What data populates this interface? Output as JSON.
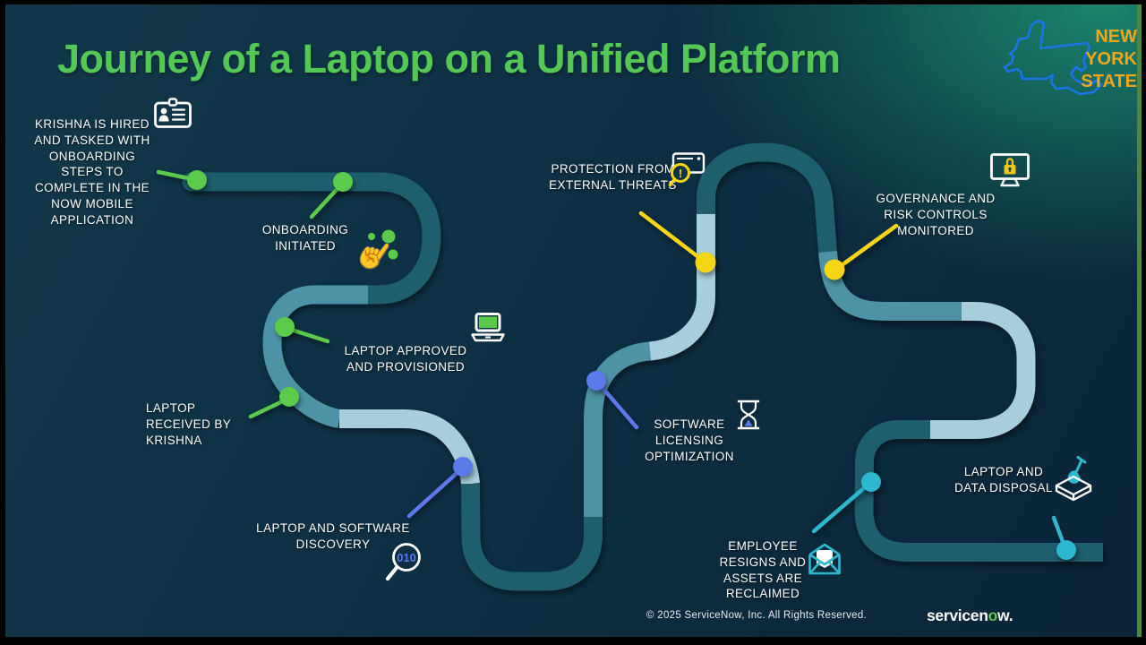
{
  "slide": {
    "title": "Journey of a Laptop on a Unified Platform",
    "ny_logo": {
      "text": "NEW\nYORK\nSTATE"
    },
    "footer": {
      "copyright": "© 2025 ServiceNow, Inc. All Rights Reserved.",
      "brand_pre": "servicen",
      "brand_o": "o",
      "brand_post": "w."
    },
    "colors": {
      "title_green": "#54c754",
      "road_dark": "#1e5e6d",
      "road_medium": "#4e93a5",
      "road_light": "#a7cedc",
      "dot_green": "#5ccb4b",
      "dot_blue": "#5b79ea",
      "dot_yellow": "#f6d515",
      "dot_teal": "#2cb9cf",
      "edge_stripe_green": "#4e8742",
      "ny_text_orange": "#f2a71b",
      "ny_outline_blue": "#1b74e8"
    },
    "milestones": [
      {
        "id": "krishna-hired",
        "label": "KRISHNA IS HIRED\nAND TASKED WITH\nONBOARDING\nSTEPS TO\nCOMPLETE IN THE\nNOW MOBILE\nAPPLICATION",
        "icon": "id-badge-icon",
        "dot_color": "#5ccb4b"
      },
      {
        "id": "onboarding-initiated",
        "label": "ONBOARDING\nINITIATED",
        "icon": "tap-icon",
        "dot_color": "#5ccb4b"
      },
      {
        "id": "laptop-approved",
        "label": "LAPTOP APPROVED\nAND PROVISIONED",
        "icon": "laptop-icon",
        "dot_color": "#5ccb4b"
      },
      {
        "id": "laptop-received",
        "label": "LAPTOP\nRECEIVED BY\nKRISHNA",
        "icon": "",
        "dot_color": "#5ccb4b"
      },
      {
        "id": "laptop-software-discovery",
        "label": "LAPTOP AND SOFTWARE\nDISCOVERY",
        "icon": "magnifier-code-icon",
        "icon_label": "010",
        "dot_color": "#5b79ea"
      },
      {
        "id": "software-licensing-optimization",
        "label": "SOFTWARE\nLICENSING\nOPTIMIZATION",
        "icon": "hourglass-icon",
        "dot_color": "#5b79ea"
      },
      {
        "id": "protection-external-threats",
        "label": "PROTECTION FROM\nEXTERNAL THREATS",
        "icon": "threat-scan-icon",
        "icon_label": "!",
        "dot_color": "#f6d515"
      },
      {
        "id": "governance-risk-monitored",
        "label": "GOVERNANCE AND\nRISK CONTROLS\nMONITORED",
        "icon": "monitor-lock-icon",
        "dot_color": "#f6d515"
      },
      {
        "id": "employee-resigns",
        "label": "EMPLOYEE\nRESIGNS AND\nASSETS ARE\nRECLAIMED",
        "icon": "envelope-icon",
        "dot_color": "#2cb9cf"
      },
      {
        "id": "laptop-data-disposal",
        "label": "LAPTOP AND\nDATA DISPOSAL",
        "icon": "disposal-icon",
        "dot_color": "#2cb9cf"
      }
    ]
  }
}
